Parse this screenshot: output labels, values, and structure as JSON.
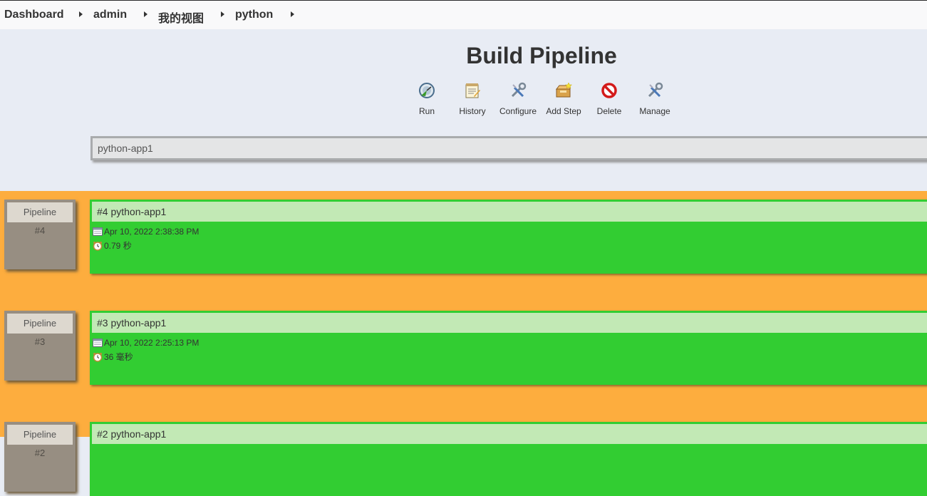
{
  "breadcrumb": {
    "items": [
      {
        "label": "Dashboard"
      },
      {
        "label": "admin"
      },
      {
        "label": "我的视图"
      },
      {
        "label": "python"
      }
    ]
  },
  "header": {
    "title": "Build Pipeline",
    "toolbar": {
      "run": "Run",
      "history": "History",
      "configure": "Configure",
      "add_step": "Add Step",
      "delete": "Delete",
      "manage": "Manage"
    },
    "job_name": "python-app1"
  },
  "pipelines": [
    {
      "label": "Pipeline",
      "number": "#4",
      "build_title": "#4 python-app1",
      "date": "Apr 10, 2022 2:38:38 PM",
      "duration": "0.79 秒"
    },
    {
      "label": "Pipeline",
      "number": "#3",
      "build_title": "#3 python-app1",
      "date": "Apr 10, 2022 2:25:13 PM",
      "duration": "36 毫秒"
    },
    {
      "label": "Pipeline",
      "number": "#2",
      "build_title": "#2 python-app1",
      "date": "",
      "duration": ""
    }
  ],
  "colors": {
    "success": "#32cd32",
    "pipeline_bg": "#fdad3e",
    "pipeline_box": "#978e82"
  }
}
